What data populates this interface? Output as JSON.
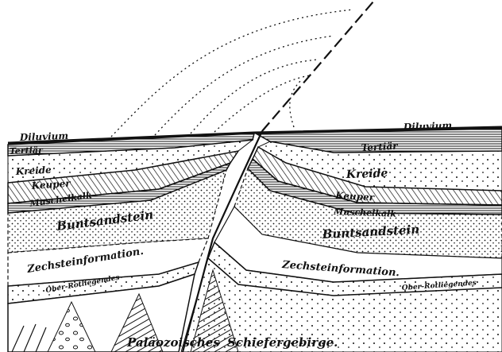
{
  "labels": {
    "diluvium_left": "Diluvium",
    "diluvium_right": "Diluvium",
    "tertiar_left": "Tertiär",
    "tertiar_right": "Tertiär",
    "kreide_left": "Kreide",
    "kreide_right": "Kreide",
    "keuper_left": "Keuper",
    "keuper_right": "Keuper",
    "muschelkalk_left": "Muschelkalk",
    "muschelkalk_right": "Muschelkalk",
    "buntsandstein_left": "Buntsandstein",
    "buntsandstein_right": "Buntsandstein",
    "zechstein_left": "Zechsteinformation.",
    "zechstein_right": "Zechsteinformation.",
    "oberrot_left": "Ober-Rotliegendes",
    "oberrot_right": "Ober-Rotliegendes",
    "palaeozoisches": "Paläozoisches",
    "schiefergebirge": "Schiefergebirge."
  },
  "colors": {
    "ink": "#111111",
    "paper": "#ffffff"
  }
}
